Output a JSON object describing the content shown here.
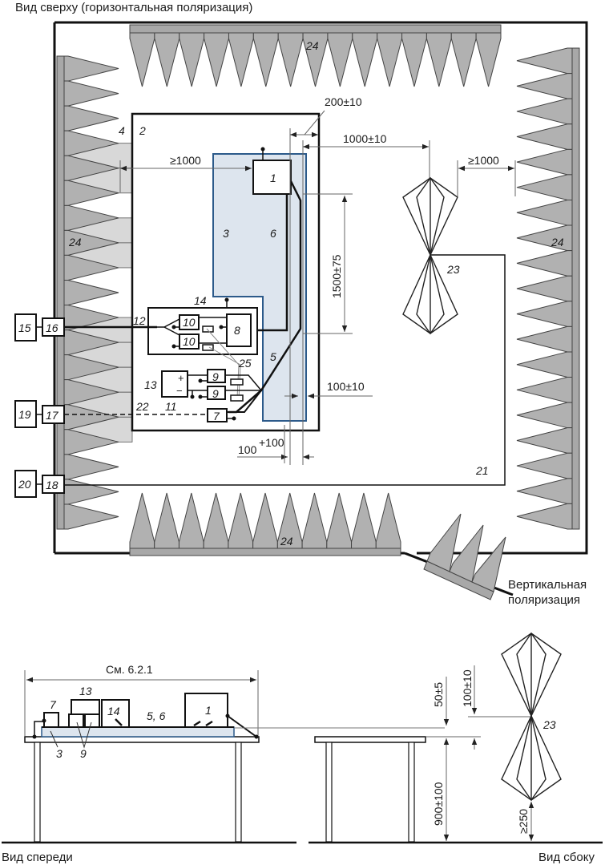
{
  "titles": {
    "top_view": "Вид сверху (горизонтальная поляризация)",
    "vertical_polarization_line1": "Вертикальная",
    "vertical_polarization_line2": "поляризация",
    "front_view": "Вид спереди",
    "side_view": "Вид сбоку"
  },
  "dimensions": {
    "antenna_to_eut_edge": "200±10",
    "antenna_to_table_edge": "1000±10",
    "eut_to_absorber": "≥1000",
    "antenna_to_absorber": "≥1000",
    "cable_length": "1500±75",
    "cable_to_pad_edge": "100±10",
    "pad_offset_base": "100",
    "pad_offset_sup": "+100",
    "front_width_ref": "См. 6.2.1",
    "pad_height": "50±5",
    "antenna_height_above_table": "100±10",
    "table_height": "900±100",
    "antenna_min_height": "≥250"
  },
  "labels": {
    "eut": "1",
    "table": "2",
    "ground_pad": "3",
    "absorber_fill": "4",
    "cable_5": "5",
    "cable_6": "6",
    "cable_5_6": "5, 6",
    "box_7": "7",
    "box_8": "8",
    "box_9": "9",
    "box_10": "10",
    "cable_11": "11",
    "cable_12": "12",
    "power_13": "13",
    "box_14": "14",
    "box_15": "15",
    "box_16": "16",
    "box_17": "17",
    "box_18": "18",
    "box_19": "19",
    "box_20": "20",
    "cable_21": "21",
    "cable_22": "22",
    "antenna": "23",
    "absorber": "24",
    "cable_25": "25",
    "plus": "+",
    "minus": "−"
  },
  "colors": {
    "absorber": "#b1b1b1",
    "ground_pad_fill": "#dde5ee",
    "ground_pad_stroke": "#2c5a8a"
  }
}
